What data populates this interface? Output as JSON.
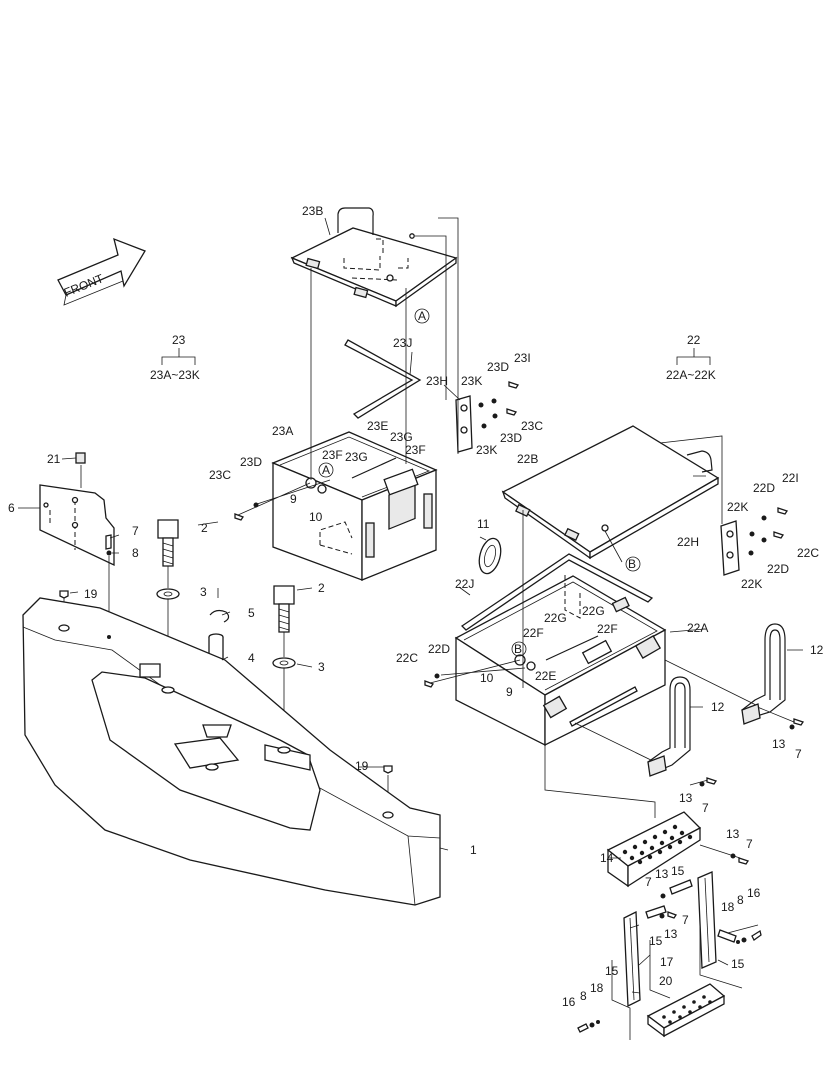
{
  "front_arrow": {
    "label": "FRONT"
  },
  "groups": [
    {
      "id": "g23",
      "title": "23",
      "range": "23A~23K"
    },
    {
      "id": "g22",
      "title": "22",
      "range": "22A~22K"
    }
  ],
  "callouts": {
    "c23B": "23B",
    "cA_top": "A",
    "c23J": "23J",
    "c23H": "23H",
    "c23K_a": "23K",
    "c23D_a": "23D",
    "c23I": "23I",
    "c23C_a": "23C",
    "c23D_b": "23D",
    "c23K_b": "23K",
    "c23A": "23A",
    "c23E": "23E",
    "c23F_a": "23F",
    "c23G_a": "23G",
    "c23G_b": "23G",
    "c23F_b": "23F",
    "cA_mid": "A",
    "c23C_b": "23C",
    "c23D_c": "23D",
    "c9_a": "9",
    "c10_a": "10",
    "c21": "21",
    "c6": "6",
    "c7_a": "7",
    "c8_a": "8",
    "c2_a": "2",
    "c2_b": "2",
    "c3_a": "3",
    "c3_b": "3",
    "c5": "5",
    "c4": "4",
    "c19_a": "19",
    "c19_b": "19",
    "c1": "1",
    "c22B": "22B",
    "cB_a": "B",
    "c22I": "22I",
    "c22D_a": "22D",
    "c22K_a": "22K",
    "c22H": "22H",
    "c22C_a": "22C",
    "c22D_b": "22D",
    "c22K_b": "22K",
    "c11": "11",
    "c22J": "22J",
    "c22A": "22A",
    "c22G_a": "22G",
    "c22G_b": "22G",
    "c22F_a": "22F",
    "c22F_b": "22F",
    "cB_b": "B",
    "c22D_c": "22D",
    "c22C_b": "22C",
    "c10_b": "10",
    "c9_b": "9",
    "c22E": "22E",
    "c12_a": "12",
    "c12_b": "12",
    "c13_a": "13",
    "c7_b": "7",
    "c13_b": "13",
    "c7_c": "7",
    "c13_c": "13",
    "c7_d": "7",
    "c14": "14",
    "c7_e": "7",
    "c13_d": "13",
    "c15_a": "15",
    "c7_f": "7",
    "c13_e": "13",
    "c15_b": "15",
    "c18_a": "18",
    "c8_b": "8",
    "c16_a": "16",
    "c17": "17",
    "c15_c": "15",
    "c15_d": "15",
    "c20": "20",
    "c16_b": "16",
    "c8_c": "8",
    "c18_b": "18"
  }
}
